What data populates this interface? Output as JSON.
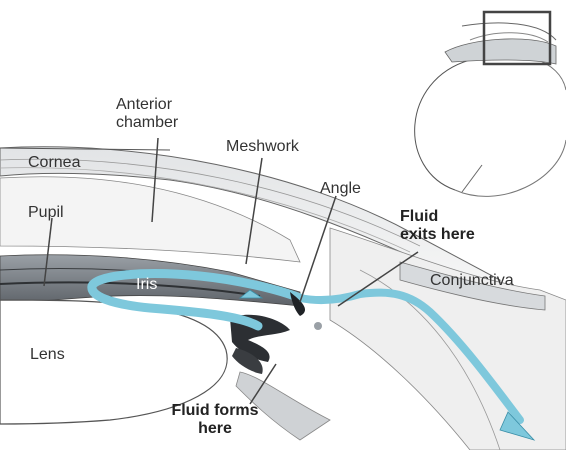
{
  "labels": {
    "anterior_chamber": [
      "Anterior",
      "chamber"
    ],
    "meshwork": "Meshwork",
    "cornea": "Cornea",
    "angle": "Angle",
    "pupil": "Pupil",
    "fluid_exits": [
      "Fluid",
      "exits here"
    ],
    "iris": "Iris",
    "conjunctiva": "Conjunctiva",
    "lens": "Lens",
    "fluid_forms": [
      "Fluid forms",
      "here"
    ]
  },
  "colors": {
    "fluid": "#7ec8dc",
    "fluid_edge": "#3a8fa8",
    "tissue_gray": "#bfc4c8",
    "line": "#444444"
  }
}
